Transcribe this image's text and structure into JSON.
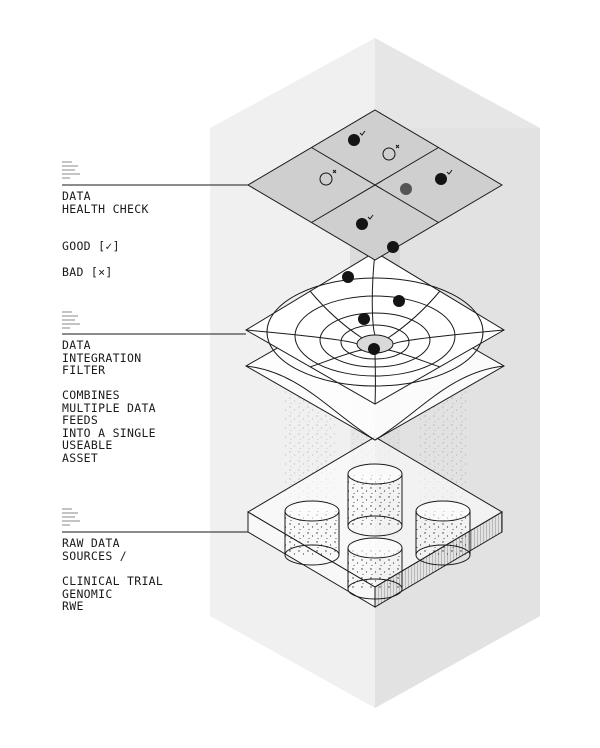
{
  "health_check": {
    "title": [
      "DATA",
      "HEALTH CHECK"
    ],
    "good_label": "GOOD [✓]",
    "bad_label": "BAD [×]"
  },
  "integration_filter": {
    "title": [
      "DATA",
      "INTEGRATION",
      "FILTER"
    ],
    "description": [
      "COMBINES",
      "MULTIPLE DATA",
      "FEEDS",
      "INTO A SINGLE",
      "USEABLE",
      "ASSET"
    ]
  },
  "raw_sources": {
    "title": [
      "RAW DATA",
      "SOURCES /"
    ],
    "items": [
      "CLINICAL TRIAL",
      "GENOMIC",
      "RWE"
    ]
  },
  "colors": {
    "pillar_light": "#efefef",
    "pillar_mid": "#e6e6e6",
    "pillar_dark": "#dcdcdc",
    "health_grid_fill": "#cfcfcf",
    "dot": "#141414",
    "line": "#1a1a1a"
  },
  "icons": [
    "document-lines-icon",
    "check-mark-icon",
    "cross-mark-icon"
  ]
}
